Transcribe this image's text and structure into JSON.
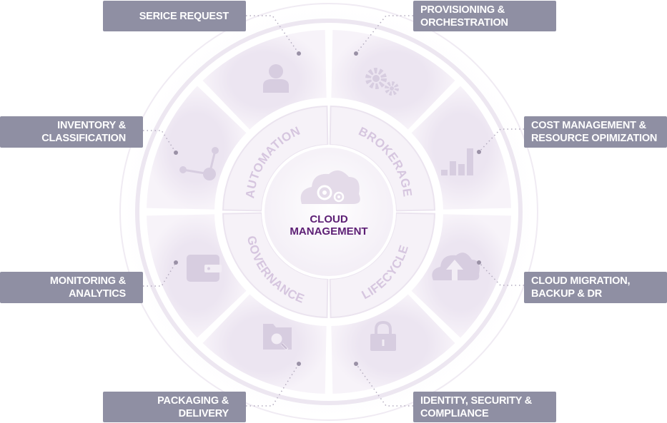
{
  "center": {
    "line1": "CLOUD",
    "line2": "MANAGEMENT",
    "icon": "cloud-gears-icon"
  },
  "ring": {
    "automation": "AUTOMATION",
    "brokerage": "BROKERAGE",
    "governance": "GOVERNANCE",
    "lifecycle": "LIFECYCLE"
  },
  "labels": [
    {
      "lines": [
        "SERICE REQUEST"
      ],
      "icon": "user-icon"
    },
    {
      "lines": [
        "PROVISIONING &",
        "ORCHESTRATION"
      ],
      "icon": "gears-icon"
    },
    {
      "lines": [
        "INVENTORY &",
        "CLASSIFICATION"
      ],
      "icon": "nodes-icon"
    },
    {
      "lines": [
        "COST MANAGEMENT &",
        "RESOURCE OPIMIZATION"
      ],
      "icon": "bar-chart-icon"
    },
    {
      "lines": [
        "MONITORING &",
        "ANALYTICS"
      ],
      "icon": "wallet-icon"
    },
    {
      "lines": [
        "CLOUD MIGRATION,",
        "BACKUP & DR"
      ],
      "icon": "cloud-upload-icon"
    },
    {
      "lines": [
        "PACKAGING &",
        "DELIVERY"
      ],
      "icon": "folder-search-icon"
    },
    {
      "lines": [
        "IDENTITY, SECURITY &",
        "COMPLIANCE"
      ],
      "icon": "lock-icon"
    }
  ],
  "colors": {
    "label_bg": "#8f8fa3",
    "center_text": "#5c1e74",
    "ring_text": "#d6c6df",
    "icon": "#d7cde0"
  }
}
